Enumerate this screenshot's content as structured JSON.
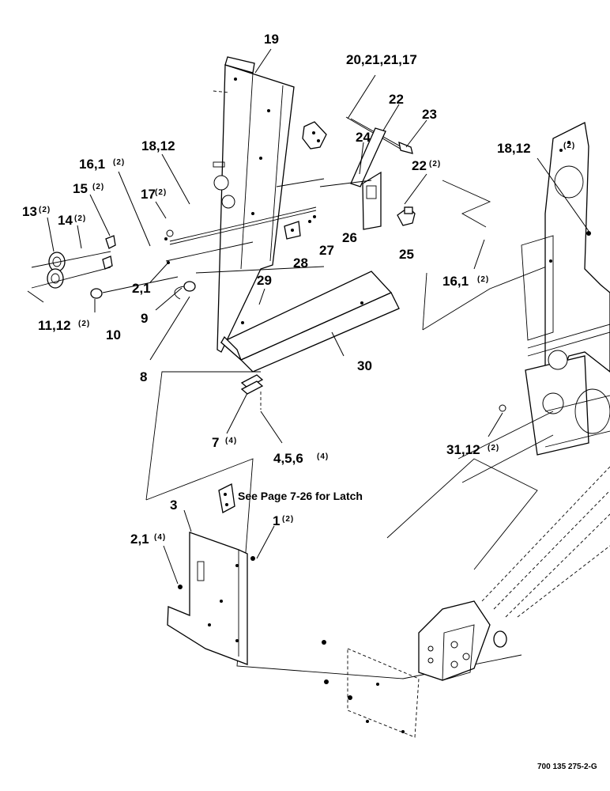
{
  "callouts": {
    "c19": "19",
    "c20": "20,21,21,17",
    "c22": "22",
    "c23": "23",
    "c18a": "18,12",
    "c18b": "18,12",
    "c18b_q": "(2)",
    "c16a": "16,1",
    "c16a_q": "(2)",
    "c15": "15",
    "c15_q": "(2)",
    "c13": "13",
    "c13_q": "(2)",
    "c14": "14",
    "c14_q": "(2)",
    "c17": "17",
    "c17_q": "(2)",
    "c24": "24",
    "c22b": "22",
    "c22b_q": "(2)",
    "c26": "26",
    "c27": "27",
    "c28": "28",
    "c25": "25",
    "c16b": "16,1",
    "c16b_q": "(2)",
    "c29": "29",
    "c2a": "2,1",
    "c9": "9",
    "c11": "11,12",
    "c11_q": "(2)",
    "c10": "10",
    "c8": "8",
    "c30": "30",
    "c7": "7",
    "c7_q": "(4)",
    "c4": "4,5,6",
    "c4_q": "(4)",
    "c31": "31,12",
    "c31_q": "(2)",
    "c3": "3",
    "c1": "1",
    "c1_q": "(2)",
    "c2b": "2,1",
    "c2b_q": "(4)"
  },
  "note": "See Page 7-26 for Latch",
  "figure_id": "700 135 275-2-G"
}
